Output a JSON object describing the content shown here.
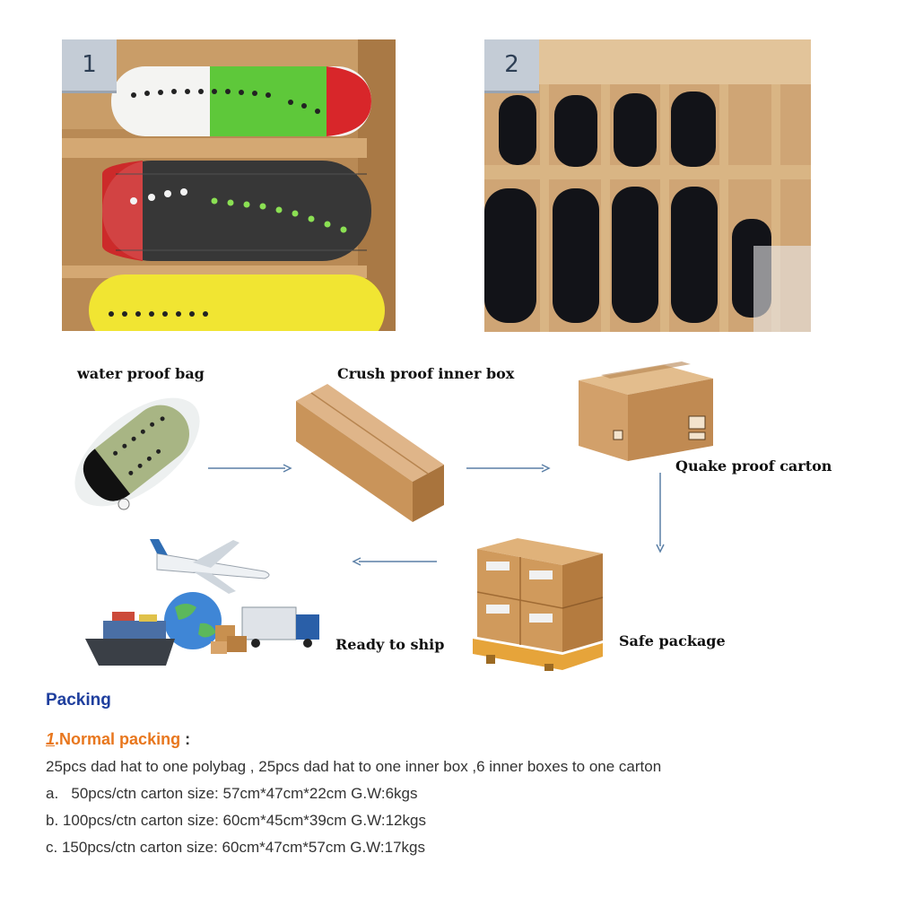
{
  "photos": [
    {
      "number": "1"
    },
    {
      "number": "2"
    }
  ],
  "flow": {
    "steps": [
      {
        "label": "water proof bag"
      },
      {
        "label": "Crush proof inner box"
      },
      {
        "label": "Quake proof carton"
      },
      {
        "label": "Safe package"
      },
      {
        "label": "Ready to ship"
      }
    ],
    "colors": {
      "cardboard": "#c9945a",
      "arrow": "#5a7fa6"
    }
  },
  "packing": {
    "heading": "Packing",
    "section_number": "1",
    "section_sep": ".",
    "section_title": "Normal packing",
    "section_colon": " :",
    "description": "25pcs dad hat to one polybag , 25pcs dad hat to one inner box ,6 inner boxes to one carton",
    "items": [
      {
        "letter": "a.",
        "text": "50pcs/ctn carton size: 57cm*47cm*22cm G.W:6kgs"
      },
      {
        "letter": "b.",
        "text": "100pcs/ctn carton size: 60cm*45cm*39cm G.W:12kgs"
      },
      {
        "letter": "c.",
        "text": "150pcs/ctn carton size: 60cm*47cm*57cm G.W:17kgs"
      }
    ]
  }
}
